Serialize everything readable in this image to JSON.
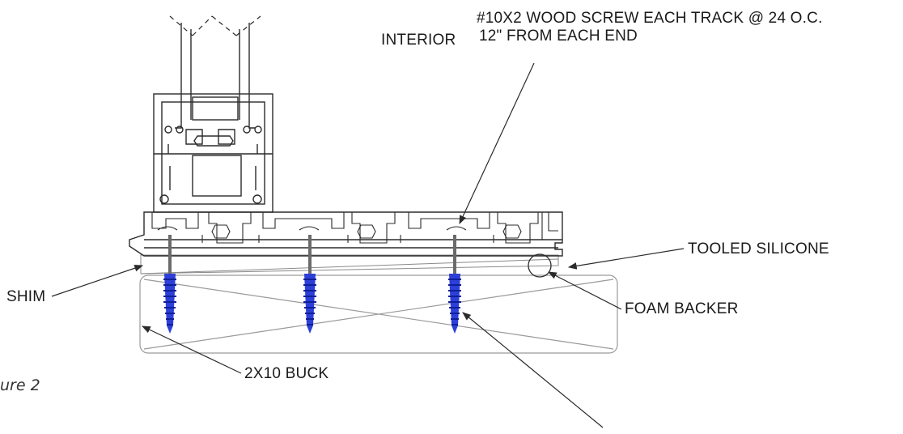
{
  "labels": {
    "interior": "INTERIOR",
    "screw_line1": "#10X2 WOOD SCREW EACH TRACK @ 24 O.C.",
    "screw_line2": "12\" FROM EACH END",
    "tooled_silicone": "TOOLED SILICONE",
    "foam_backer": "FOAM BACKER",
    "shim": "SHIM",
    "buck": "2X10 BUCK"
  },
  "caption": "ure 2",
  "colors": {
    "line": "#2b2b2b",
    "screw_thread": "#2d3fd8",
    "screw_shank": "#6b6b6b"
  }
}
